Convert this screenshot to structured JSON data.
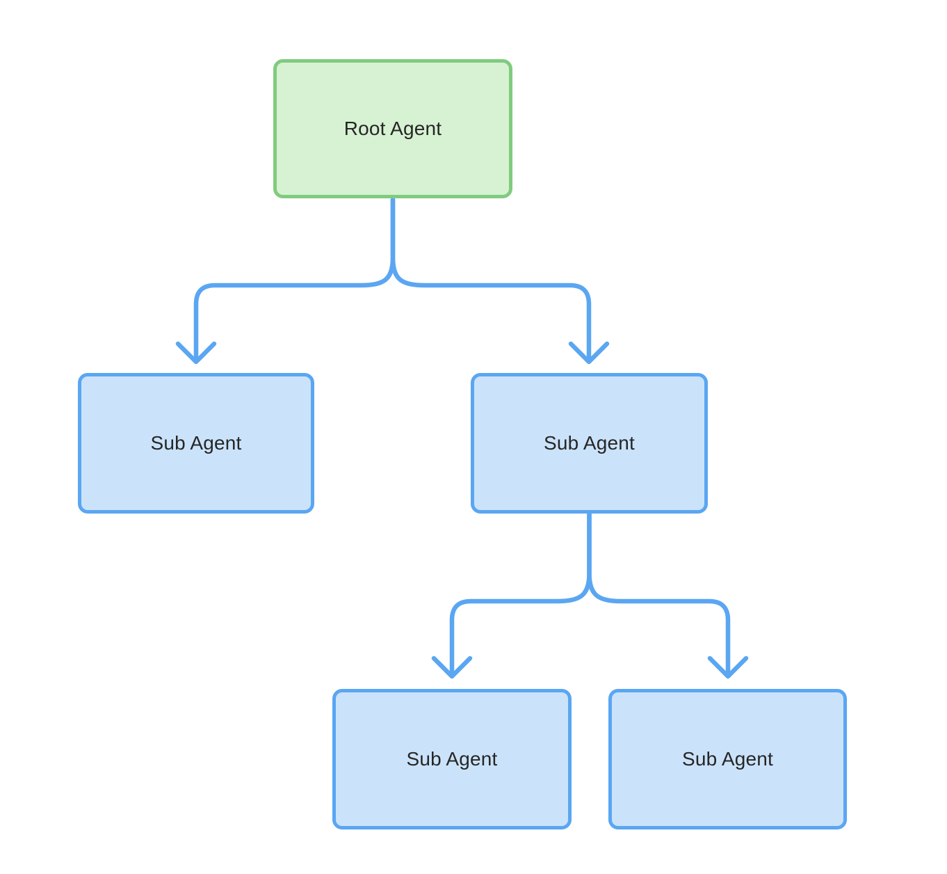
{
  "diagram": {
    "nodes": {
      "root": {
        "label": "Root Agent",
        "role": "root"
      },
      "sub_left": {
        "label": "Sub Agent",
        "role": "sub"
      },
      "sub_right": {
        "label": "Sub Agent",
        "role": "sub"
      },
      "sub_bottom_left": {
        "label": "Sub Agent",
        "role": "sub"
      },
      "sub_bottom_right": {
        "label": "Sub Agent",
        "role": "sub"
      }
    },
    "edges": [
      {
        "from": "root",
        "to": "sub_left"
      },
      {
        "from": "root",
        "to": "sub_right"
      },
      {
        "from": "sub_right",
        "to": "sub_bottom_left"
      },
      {
        "from": "sub_right",
        "to": "sub_bottom_right"
      }
    ],
    "colors": {
      "root_fill": "#d7f2d3",
      "root_border": "#80cb80",
      "sub_fill": "#cbe3fa",
      "sub_border": "#5aa6f2",
      "edge": "#5aa6f2",
      "text": "#262626",
      "background": "#ffffff"
    }
  }
}
